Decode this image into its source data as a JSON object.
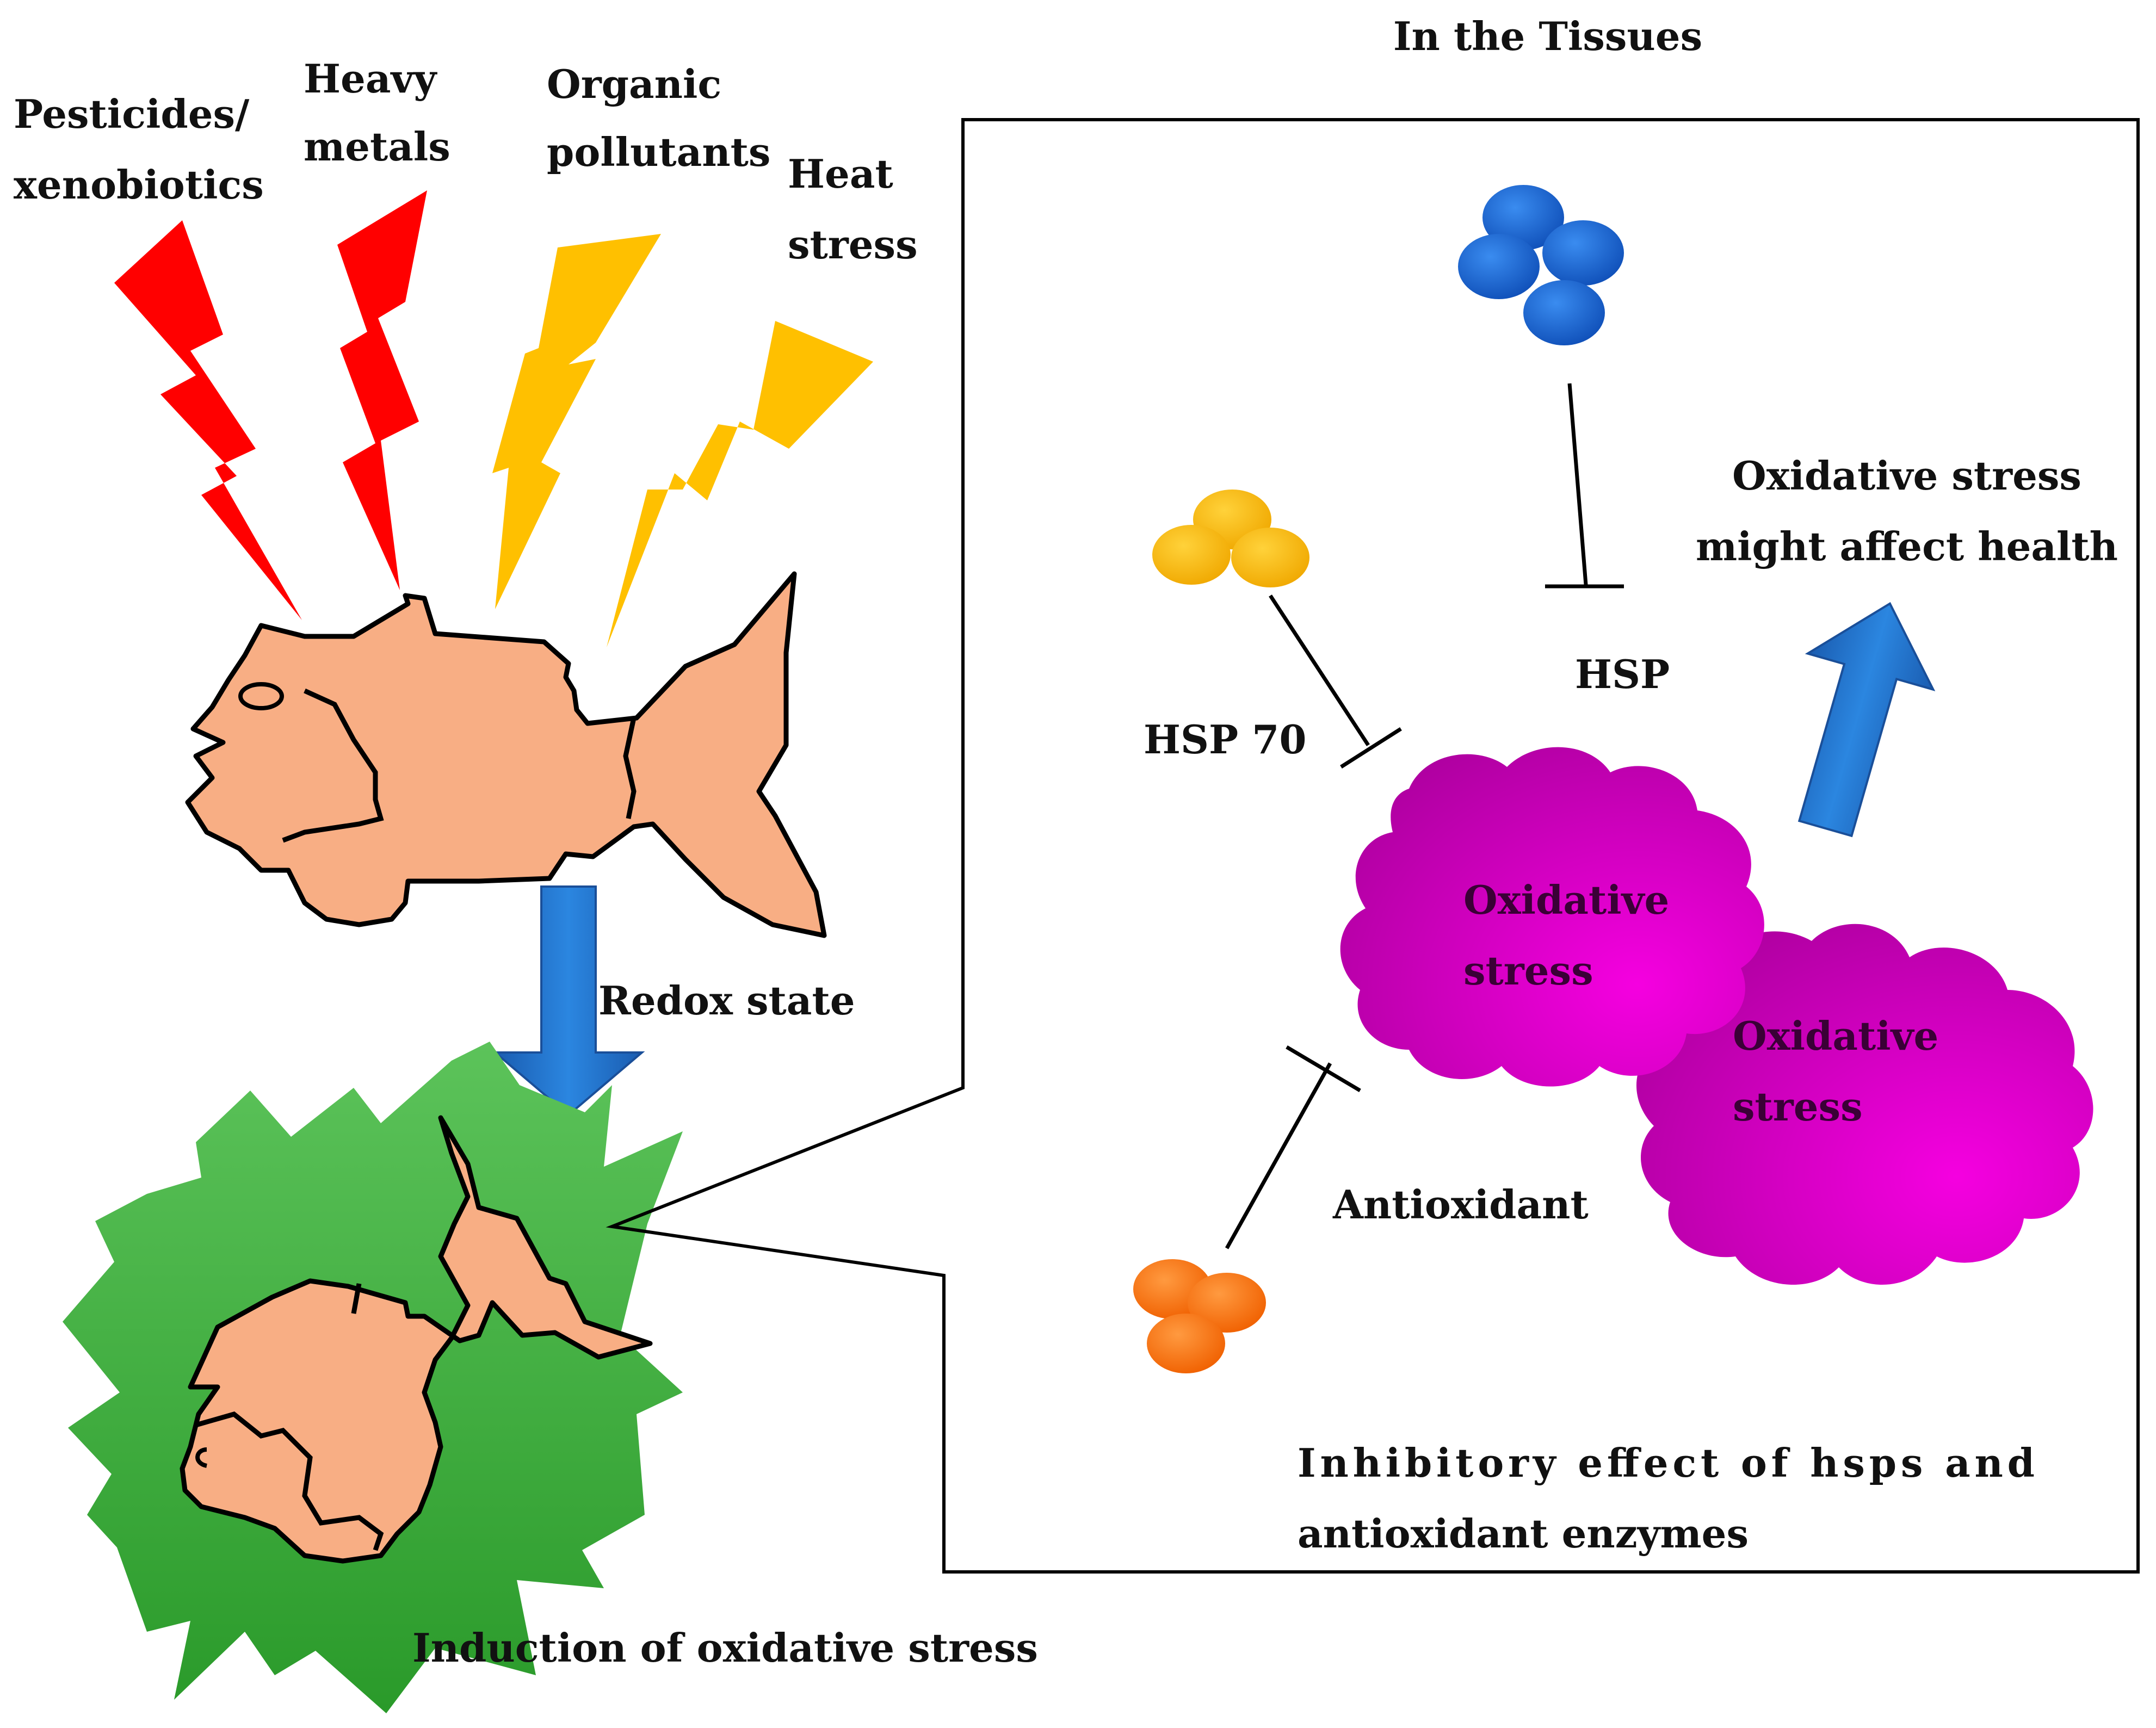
{
  "title": "In the Tissues",
  "stressors": {
    "pesticides": [
      "Pesticides/",
      "xenobiotics"
    ],
    "heavy_metals": [
      "Heavy",
      "metals"
    ],
    "organic_pollutants": [
      "Organic",
      "pollutants"
    ],
    "heat_stress": [
      "Heat",
      "stress"
    ]
  },
  "labels": {
    "redox_state": "Redox state",
    "induction": "Induction of oxidative stress",
    "hsp70": "HSP 70",
    "hsp": "HSP",
    "antioxidant": "Antioxidant",
    "health": [
      "Oxidative stress",
      "might affect health"
    ],
    "inhibitory": [
      "Inhibitory effect of hsps and",
      "antioxidant enzymes"
    ]
  },
  "clouds": {
    "cloud1": [
      "Oxidative",
      "stress"
    ],
    "cloud2": [
      "Oxidative",
      "stress"
    ]
  },
  "colors": {
    "bolt_red": "#ff0000",
    "bolt_yellow": "#ffc000",
    "fish": "#f8ae84",
    "arrow_blue": "#1f6fc8",
    "starburst": "#3cb043",
    "cloud": "#d200c4",
    "hsp_blue": "#1565d8",
    "hsp70_yellow": "#ffc000",
    "antioxidant_orange": "#ff7a1a"
  }
}
